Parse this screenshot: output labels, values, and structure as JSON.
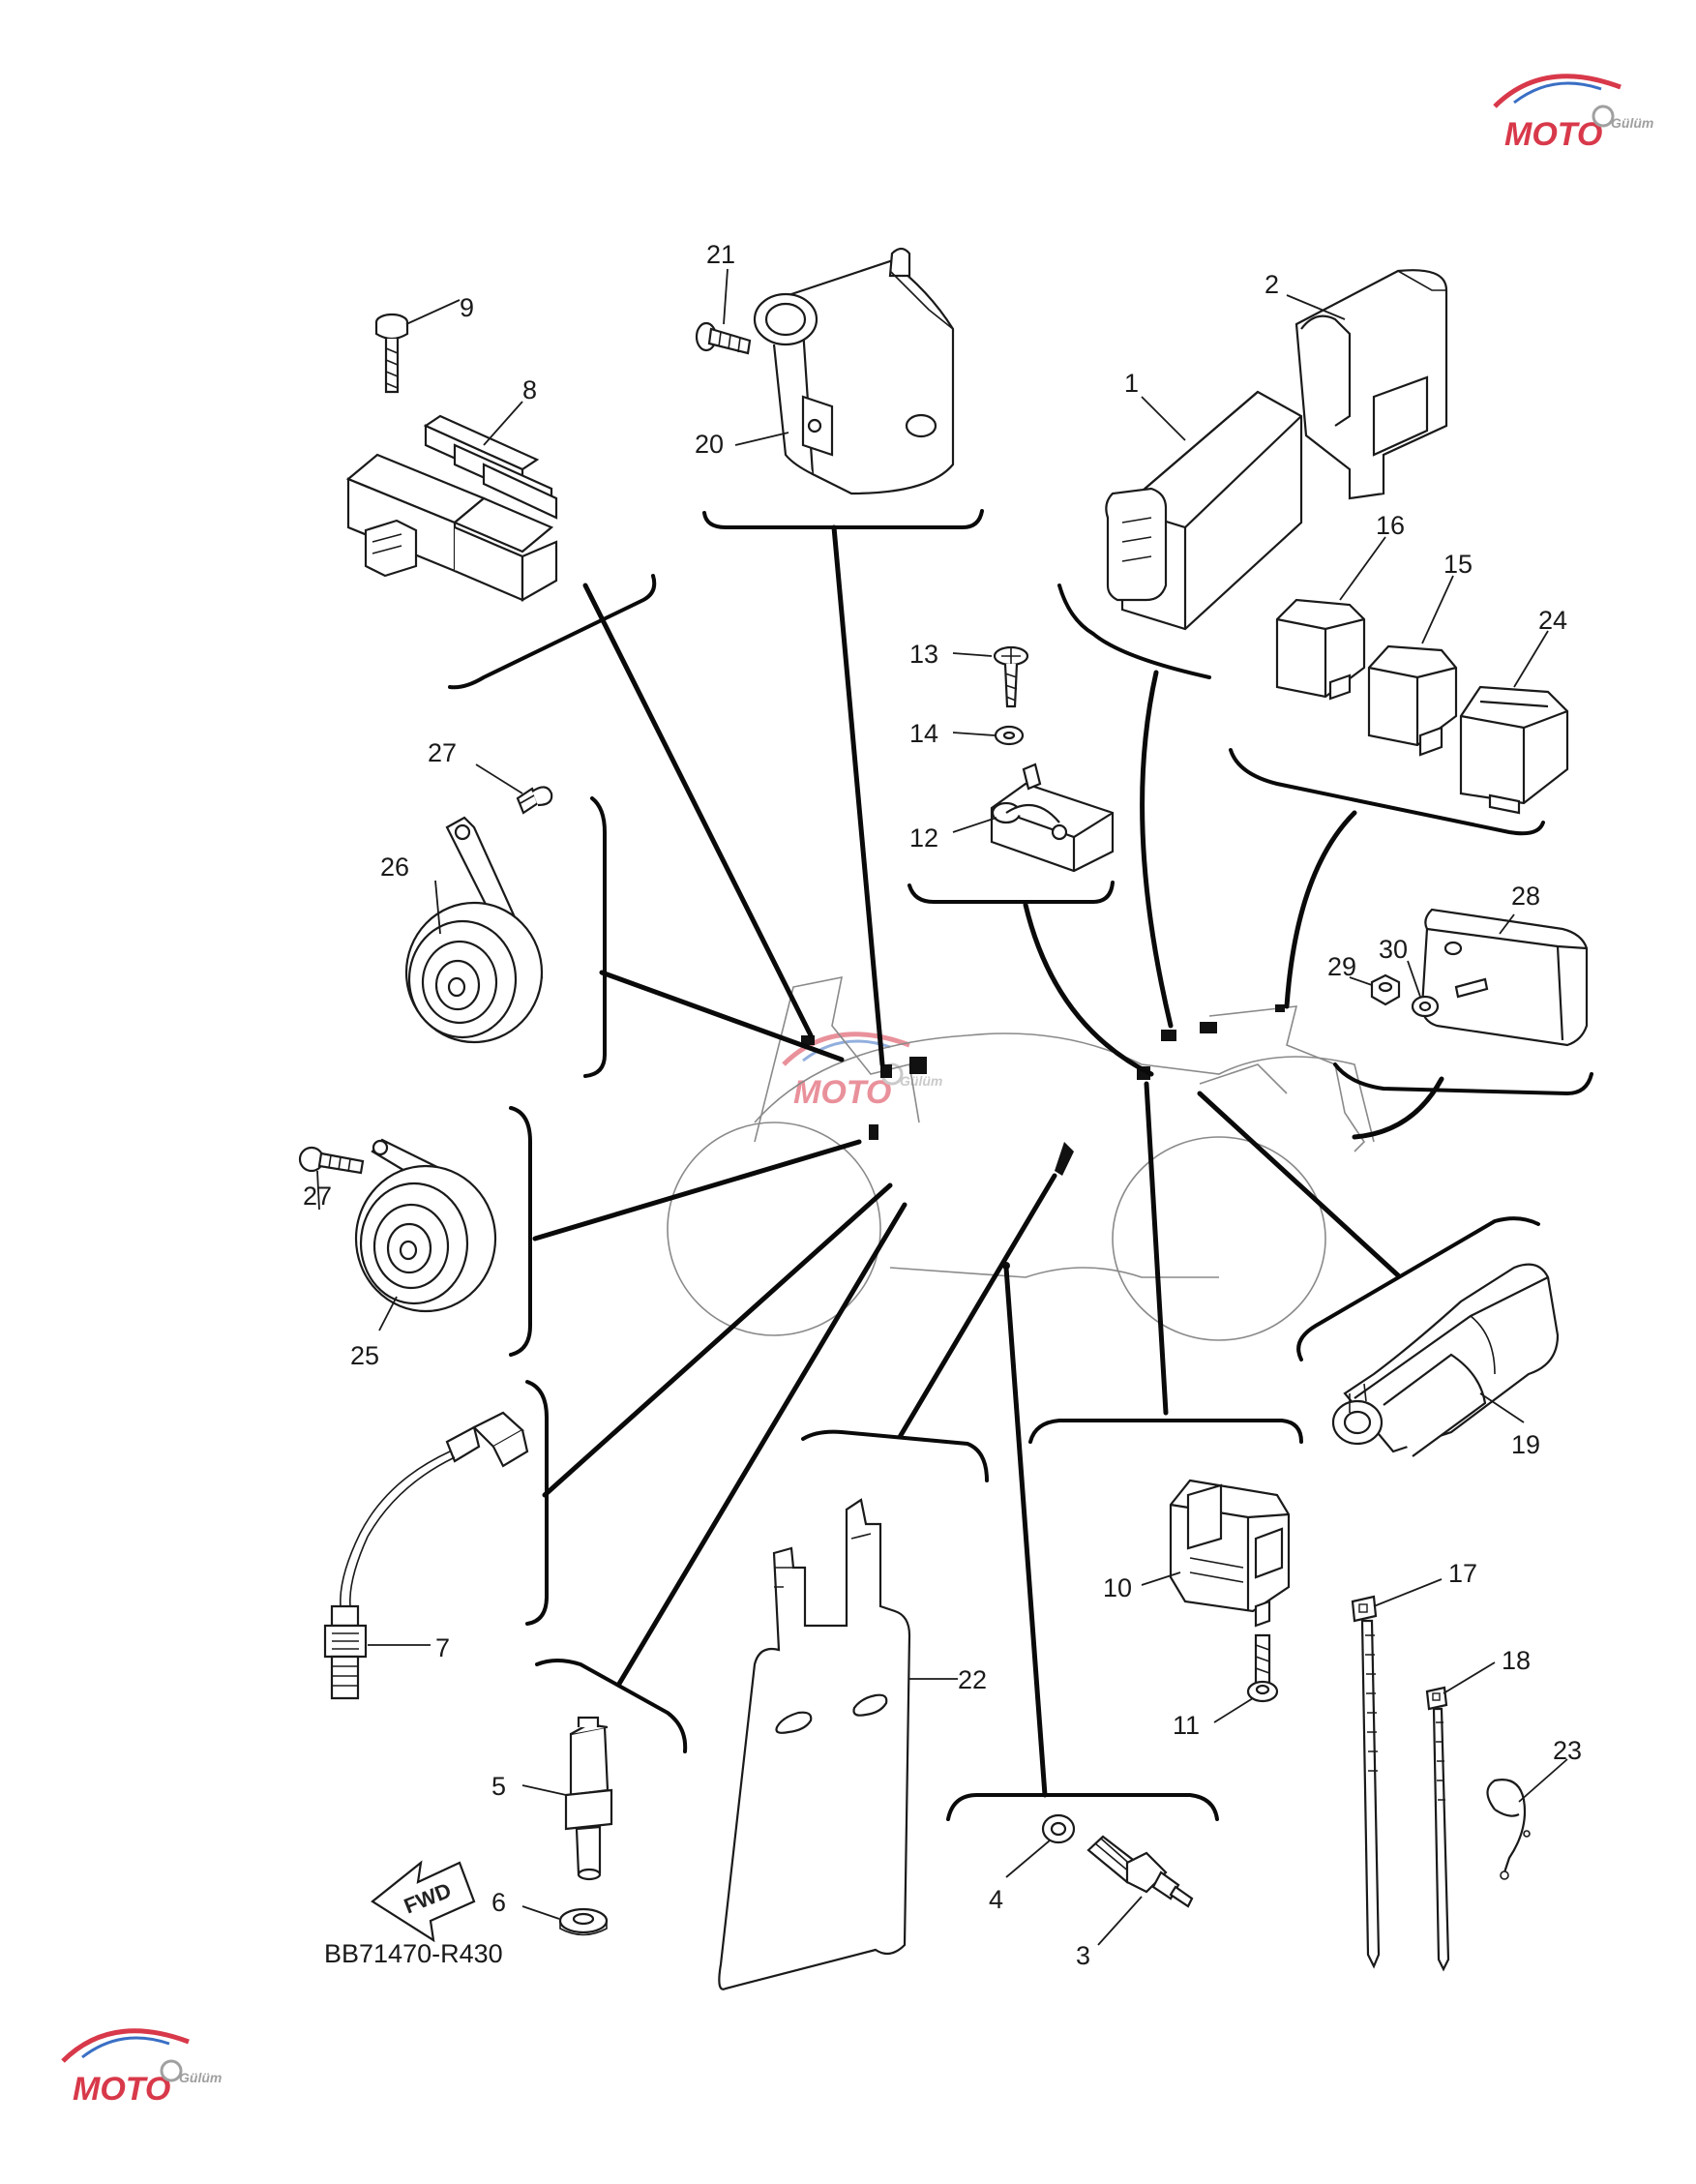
{
  "diagram": {
    "reference_code": "BB71470-R430",
    "direction_label": "FWD",
    "watermark": {
      "text": "MOTO",
      "subtext": "Gülüm"
    },
    "callouts": {
      "c1": "1",
      "c2": "2",
      "c3": "3",
      "c4": "4",
      "c5": "5",
      "c6": "6",
      "c7": "7",
      "c8": "8",
      "c9": "9",
      "c10": "10",
      "c11": "11",
      "c12": "12",
      "c13": "13",
      "c14": "14",
      "c15": "15",
      "c16": "16",
      "c17": "17",
      "c18": "18",
      "c19": "19",
      "c20": "20",
      "c21": "21",
      "c22": "22",
      "c23": "23",
      "c24": "24",
      "c25": "25",
      "c26": "26",
      "c27a": "27",
      "c27b": "27",
      "c28": "28",
      "c29": "29",
      "c30": "30"
    },
    "colors": {
      "line": "#1a1a1a",
      "watermark_red": "#d8394a",
      "watermark_blue": "#3a6fc4",
      "watermark_grey": "#a0a0a0"
    }
  }
}
